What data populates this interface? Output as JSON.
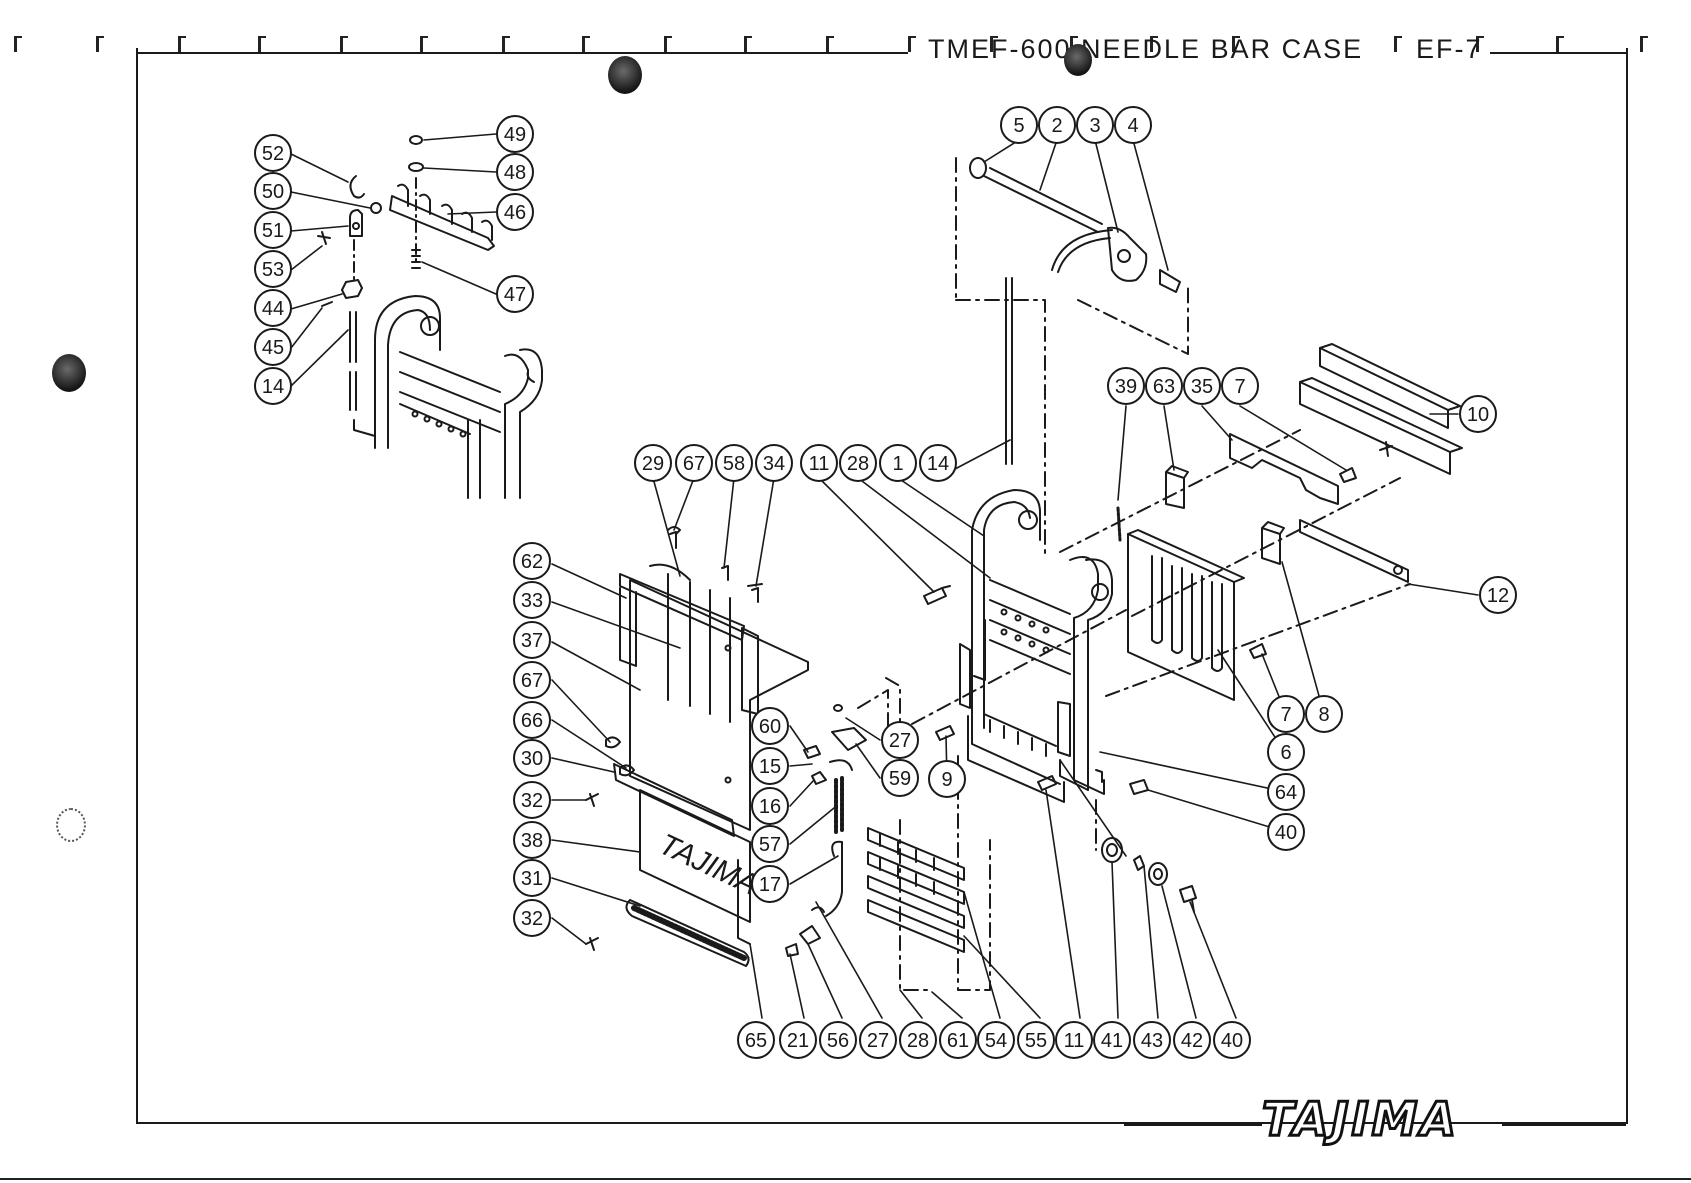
{
  "header": {
    "title": "TMEF-600 NEEDLE BAR CASE",
    "code": "EF-7"
  },
  "brand": {
    "logo_text": "TAJIMA",
    "plate_text": "TAJIMA"
  },
  "colors": {
    "ink": "#1a1a1a",
    "paper": "#ffffff"
  },
  "callouts": [
    {
      "id": "c52",
      "label": "52"
    },
    {
      "id": "c50",
      "label": "50"
    },
    {
      "id": "c51",
      "label": "51"
    },
    {
      "id": "c53",
      "label": "53"
    },
    {
      "id": "c44",
      "label": "44"
    },
    {
      "id": "c45",
      "label": "45"
    },
    {
      "id": "c14a",
      "label": "14"
    },
    {
      "id": "c49",
      "label": "49"
    },
    {
      "id": "c48",
      "label": "48"
    },
    {
      "id": "c46",
      "label": "46"
    },
    {
      "id": "c47",
      "label": "47"
    },
    {
      "id": "c5",
      "label": "5"
    },
    {
      "id": "c2",
      "label": "2"
    },
    {
      "id": "c3",
      "label": "3"
    },
    {
      "id": "c4",
      "label": "4"
    },
    {
      "id": "c39",
      "label": "39"
    },
    {
      "id": "c63",
      "label": "63"
    },
    {
      "id": "c35",
      "label": "35"
    },
    {
      "id": "c7a",
      "label": "7"
    },
    {
      "id": "c10",
      "label": "10"
    },
    {
      "id": "c29",
      "label": "29"
    },
    {
      "id": "c67a",
      "label": "67"
    },
    {
      "id": "c58",
      "label": "58"
    },
    {
      "id": "c34",
      "label": "34"
    },
    {
      "id": "c11a",
      "label": "11"
    },
    {
      "id": "c28a",
      "label": "28"
    },
    {
      "id": "c1",
      "label": "1"
    },
    {
      "id": "c14b",
      "label": "14"
    },
    {
      "id": "c12",
      "label": "12"
    },
    {
      "id": "c62",
      "label": "62"
    },
    {
      "id": "c33",
      "label": "33"
    },
    {
      "id": "c37",
      "label": "37"
    },
    {
      "id": "c67b",
      "label": "67"
    },
    {
      "id": "c66",
      "label": "66"
    },
    {
      "id": "c30",
      "label": "30"
    },
    {
      "id": "c32a",
      "label": "32"
    },
    {
      "id": "c38",
      "label": "38"
    },
    {
      "id": "c31",
      "label": "31"
    },
    {
      "id": "c32b",
      "label": "32"
    },
    {
      "id": "c60",
      "label": "60"
    },
    {
      "id": "c15",
      "label": "15"
    },
    {
      "id": "c16",
      "label": "16"
    },
    {
      "id": "c57",
      "label": "57"
    },
    {
      "id": "c17",
      "label": "17"
    },
    {
      "id": "c27a",
      "label": "27"
    },
    {
      "id": "c59",
      "label": "59"
    },
    {
      "id": "c9",
      "label": "9"
    },
    {
      "id": "c7b",
      "label": "7"
    },
    {
      "id": "c8",
      "label": "8"
    },
    {
      "id": "c6",
      "label": "6"
    },
    {
      "id": "c64",
      "label": "64"
    },
    {
      "id": "c40a",
      "label": "40"
    },
    {
      "id": "c65",
      "label": "65"
    },
    {
      "id": "c21",
      "label": "21"
    },
    {
      "id": "c56",
      "label": "56"
    },
    {
      "id": "c27b",
      "label": "27"
    },
    {
      "id": "c28b",
      "label": "28"
    },
    {
      "id": "c61",
      "label": "61"
    },
    {
      "id": "c54",
      "label": "54"
    },
    {
      "id": "c55",
      "label": "55"
    },
    {
      "id": "c11b",
      "label": "11"
    },
    {
      "id": "c41",
      "label": "41"
    },
    {
      "id": "c43",
      "label": "43"
    },
    {
      "id": "c42",
      "label": "42"
    },
    {
      "id": "c40b",
      "label": "40"
    }
  ]
}
